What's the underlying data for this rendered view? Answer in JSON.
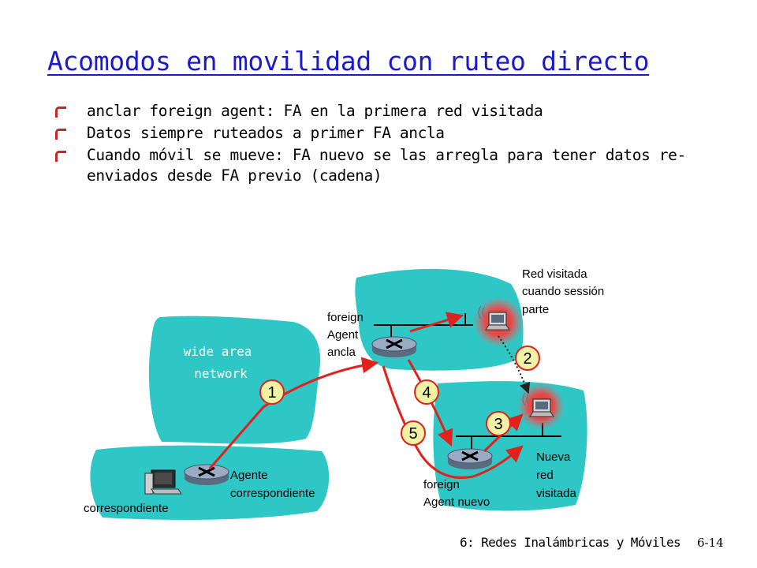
{
  "slide": {
    "title": "Acomodos en movilidad con ruteo directo",
    "bullets": [
      "anclar foreign agent: FA en la primera red visitada",
      "Datos siempre ruteados a primer FA ancla",
      "Cuando móvil se mueve: FA nuevo se las arregla para tener datos re-enviados desde FA previo (cadena)"
    ]
  },
  "diagram": {
    "wan_label_line1": "wide area",
    "wan_label_line2": "network",
    "anchor_fa_line1": "foreign",
    "anchor_fa_line2": "Agent",
    "anchor_fa_line3": "ancla",
    "visited_line1": "Red visitada",
    "visited_line2": "cuando sessión",
    "visited_line3": "parte",
    "correspondent": "correspondiente",
    "corr_agent_line1": "Agente",
    "corr_agent_line2": "correspondiente",
    "new_fa_line1": "foreign",
    "new_fa_line2": "Agent nuevo",
    "new_net_line1": "Nueva",
    "new_net_line2": "red",
    "new_net_line3": "visitada",
    "steps": [
      "1",
      "2",
      "3",
      "4",
      "5"
    ],
    "colors": {
      "network": "#2fc6c6",
      "arrow": "#e0211c",
      "badge": "#f2f2a6"
    }
  },
  "footer": {
    "text": "6: Redes Inalámbricas y Móviles",
    "page": "6-14"
  }
}
